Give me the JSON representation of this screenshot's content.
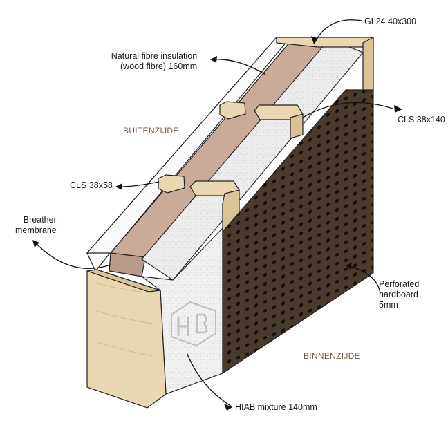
{
  "labels": {
    "gl24": "GL24  40x300",
    "insulation_line1": "Natural fibre insulation",
    "insulation_line2": "(wood fibre) 160mm",
    "cls140": "CLS 38x140",
    "cls58": "CLS 38x58",
    "breather_line1": "Breather",
    "breather_line2": "membrane",
    "hardboard_line1": "Perforated",
    "hardboard_line2": "hardboard",
    "hardboard_line3": "5mm",
    "hiab": "HIAB mixture 140mm"
  },
  "sides": {
    "outside": "BUITENZIJDE",
    "inside": "BINNENZIJDE"
  },
  "colors": {
    "timber": "#e8d7b0",
    "timber_dark": "#d9c397",
    "wood_fibre": "#c9ab98",
    "hiab": "#ececec",
    "hardboard": "#4a3a2c",
    "hole": "#151010",
    "side_label": "#7a5a4a"
  }
}
